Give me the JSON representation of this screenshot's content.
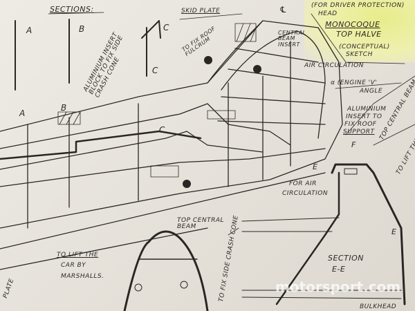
{
  "title_note": {
    "line1": "(FOR DRIVER PROTECTION)",
    "line2": "HEAD",
    "title1": "MONOCOQUE",
    "title2": "TOP HALVE",
    "sub1": "(CONCEPTUAL)",
    "sub2": "SKETCH"
  },
  "labels": {
    "sections": "SECTIONS:",
    "sec_a": "A",
    "sec_b": "B",
    "sec_c": "C",
    "sec_c2": "C",
    "sec_a2": "A",
    "sec_b2": "B",
    "sec_c3": "C",
    "skid_plate": "SKID PLATE",
    "cl": "℄",
    "alu_insert_block": "ALUMINIUM INSERT BLOCK TO FIX SIDE CRASH CONE",
    "fix_roof": "TO FIX ROOF FULCRUM",
    "central_beam_insert": "CENTRAL BEAM INSERT",
    "air_circ": "AIR CIRCULATION",
    "engine_angle1": "α (ENGINE 'V'",
    "engine_angle2": "ANGLE",
    "alu_roof1": "ALUMINIUM",
    "alu_roof2": "INSERT TO",
    "alu_roof3": "FIX ROOF",
    "alu_roof4": "SUPPORT",
    "top_central_beam_r": "TOP CENTRAL BEAM",
    "to_lift_r": "TO LIFT THE CAR",
    "f_mark": "F",
    "e_mark": "E",
    "e_mark2": "E",
    "for_air1": "FOR AIR",
    "for_air2": "CIRCULATION",
    "top_central_beam": "TOP CENTRAL BEAM",
    "to_lift1": "TO LIFT THE",
    "to_lift2": "CAR BY",
    "to_lift3": "MARSHALLS.",
    "fix_side_crash": "TO FIX SIDE CRASH CONE",
    "section": "SECTION",
    "section_mark": "E-E",
    "bulkhead": "BULKHEAD",
    "plate": "PLATE"
  },
  "watermark": "motorsport.com",
  "colors": {
    "ink": "#2a2623",
    "paper": "#e9e5de",
    "highlight": "#e8ec8a"
  }
}
